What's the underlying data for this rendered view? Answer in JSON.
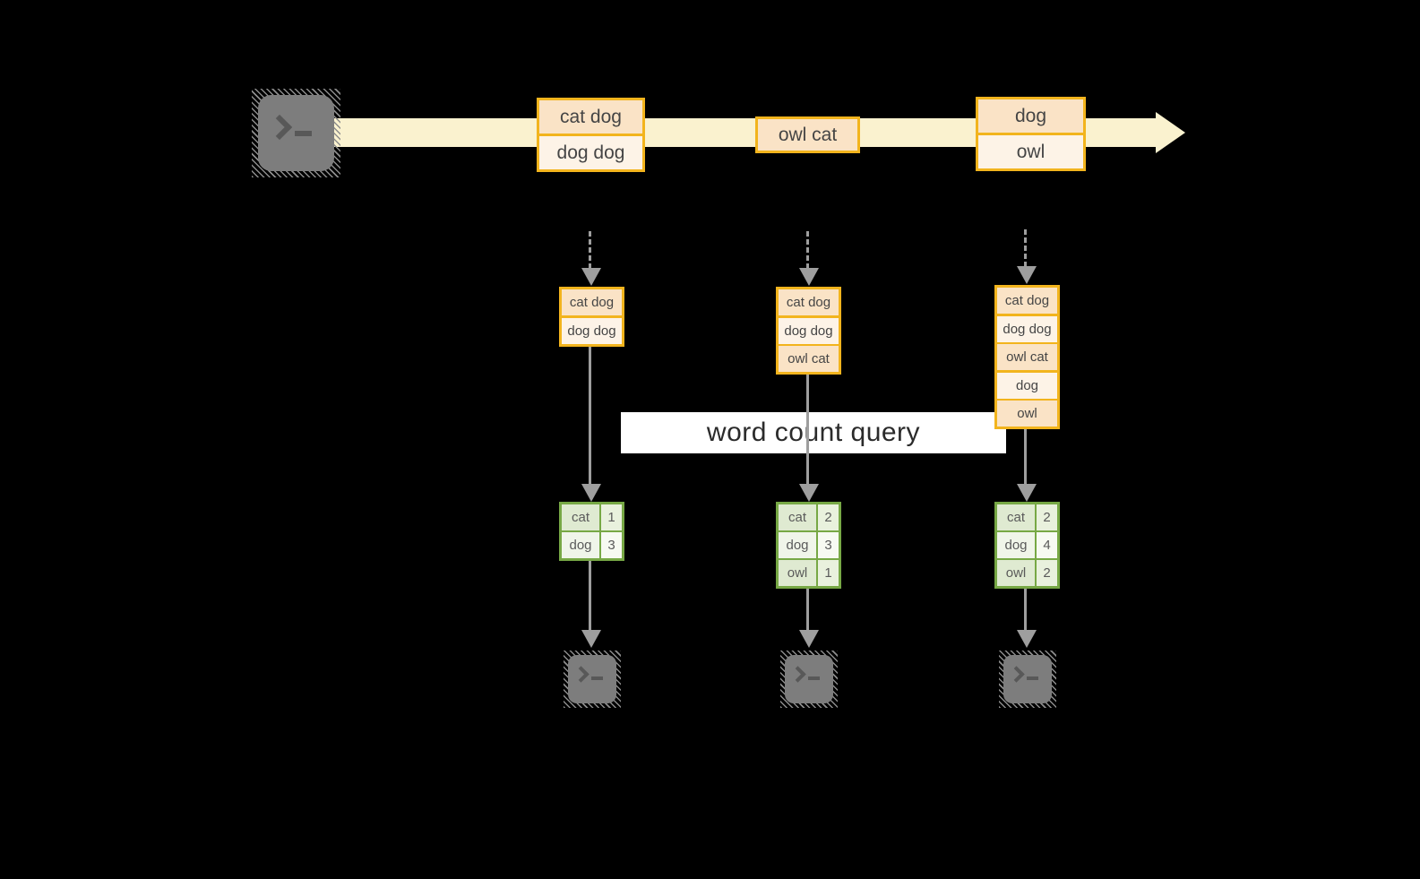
{
  "diagram": {
    "query_label": "word count query",
    "stream_events": [
      {
        "rows": [
          "cat dog",
          "dog dog"
        ]
      },
      {
        "rows": [
          "owl cat"
        ]
      },
      {
        "rows": [
          "dog",
          "owl"
        ]
      }
    ],
    "columns": [
      {
        "state": [
          "cat dog",
          "dog dog"
        ],
        "counts": [
          {
            "word": "cat",
            "count": "1"
          },
          {
            "word": "dog",
            "count": "3"
          }
        ]
      },
      {
        "state": [
          "cat dog",
          "dog dog",
          "owl cat"
        ],
        "counts": [
          {
            "word": "cat",
            "count": "2"
          },
          {
            "word": "dog",
            "count": "3"
          },
          {
            "word": "owl",
            "count": "1"
          }
        ]
      },
      {
        "state": [
          "cat dog",
          "dog dog",
          "owl cat",
          "dog",
          "owl"
        ],
        "counts": [
          {
            "word": "cat",
            "count": "2"
          },
          {
            "word": "dog",
            "count": "4"
          },
          {
            "word": "owl",
            "count": "2"
          }
        ]
      }
    ],
    "icons": {
      "producer": "terminal-icon",
      "consumers": [
        "terminal-icon",
        "terminal-icon",
        "terminal-icon"
      ]
    },
    "colors": {
      "background": "#000000",
      "stream_band": "#faf2cf",
      "orange_border": "#f2b41d",
      "peach_dark": "#fae3c6",
      "peach_light": "#fdf3e7",
      "green_border": "#77a845",
      "green_cell_dark": "#dfead1",
      "green_cell_light": "#f0f5e9",
      "arrow_gray": "#9e9e9e",
      "terminal_gray": "#7d7d7d",
      "query_text": "#2b2b2b"
    }
  }
}
